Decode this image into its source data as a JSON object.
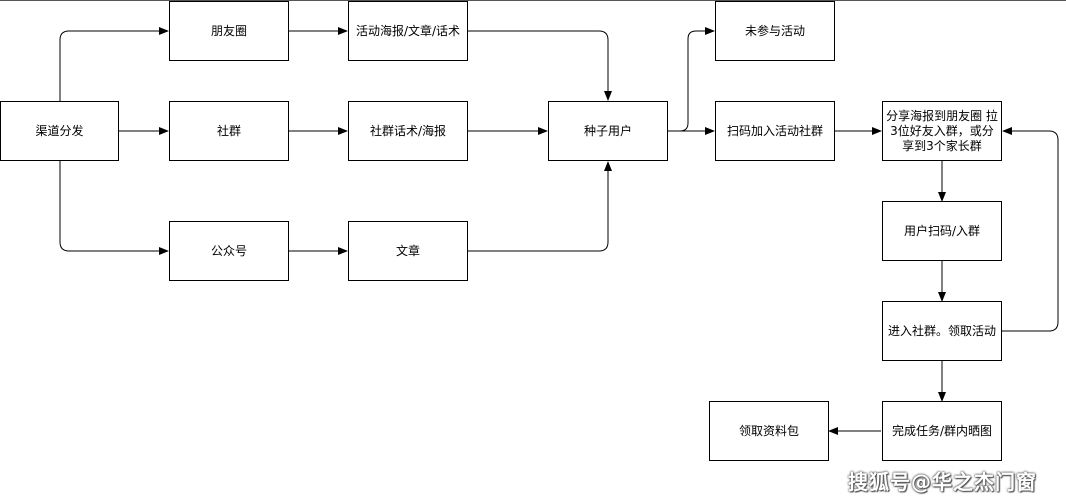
{
  "nodes": {
    "channel": "渠道分发",
    "moments": "朋友圈",
    "community": "社群",
    "official": "公众号",
    "moments_content": "活动海报/文章/话术",
    "community_content": "社群话术/海报",
    "article": "文章",
    "seed_user": "种子用户",
    "not_joined": "未参与活动",
    "scan_join": "扫码加入活动社群",
    "share_task": "分享海报到朋友圈 拉3位好友入群，或分享到3个家长群",
    "user_scan": "用户扫码/入群",
    "enter_claim": "进入社群。领取活动",
    "complete_task": "完成任务/群内晒图",
    "get_pack": "领取资料包"
  },
  "watermark": "搜狐号@华之杰门窗"
}
